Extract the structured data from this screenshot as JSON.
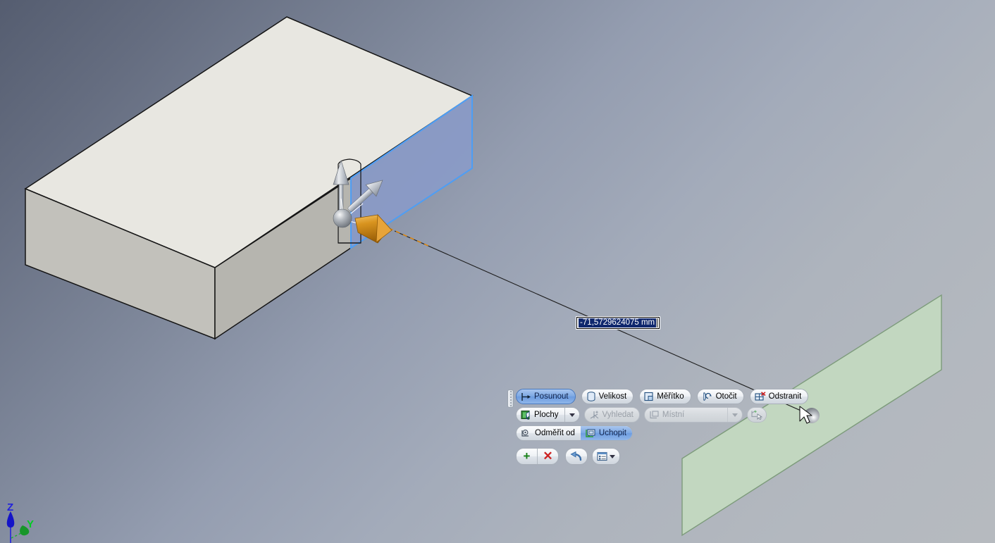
{
  "app": {
    "title": "3D CAD modeling viewport",
    "background_top_left": "#555d70",
    "background_bottom_right": "#b6babf"
  },
  "viewport": {
    "axis_triad": {
      "z_label": "Z",
      "z_color": "#2222dd",
      "y_label": "Y",
      "y_color": "#00cc22"
    },
    "solid_body": {
      "name": "rectangular-block",
      "top_face_color": "#e8e7e1",
      "front_face_color": "#b9b8b2",
      "left_face_color": "#c3c2bc",
      "edge_color": "#000000"
    },
    "highlighted_face": {
      "name": "selected-end-face",
      "fill": "#8a9bc8",
      "outline": "#4d9ef5"
    },
    "reference_plane": {
      "name": "target-plane",
      "fill": "#c3d8c0",
      "outline": "#7f9c7d"
    },
    "manipulator": {
      "axis_arrow_up_color": "#b9c0cb",
      "axis_arrow_diag_color": "#c4cad4",
      "drag_arrow_color": "#d89020",
      "origin_sphere_color": "#9aa0a8"
    },
    "measure_line": {
      "color": "#1a1a1a",
      "dashed_segment_color": "#e08a10"
    },
    "endpoint_sphere_color": "#c9ccd0"
  },
  "dimension_edit": {
    "name": "dimension-value-input",
    "value": "-71,5729624075 mm",
    "selected": true,
    "selection_bg": "#10286e",
    "selection_fg": "#ffffff"
  },
  "command_bar": {
    "grip_label": "drag-handle",
    "row1": [
      {
        "id": "move",
        "label": "Posunout",
        "icon": "move-icon",
        "active": true,
        "disabled": false
      },
      {
        "id": "size",
        "label": "Velikost",
        "icon": "size-icon",
        "active": false,
        "disabled": false
      },
      {
        "id": "scale",
        "label": "Měřítko",
        "icon": "scale-icon",
        "active": false,
        "disabled": false
      },
      {
        "id": "rotate",
        "label": "Otočit",
        "icon": "rotate-icon",
        "active": false,
        "disabled": false
      },
      {
        "id": "delete",
        "label": "Odstranit",
        "icon": "delete-icon",
        "active": false,
        "disabled": false
      }
    ],
    "row2": {
      "faces": {
        "id": "faces",
        "label": "Plochy",
        "icon": "faces-icon",
        "has_dropdown": true,
        "disabled": false
      },
      "find": {
        "id": "find",
        "label": "Vyhledat",
        "icon": "find-axis-icon",
        "disabled": true
      },
      "local": {
        "id": "local",
        "label": "Místní",
        "icon": "local-cs-icon",
        "has_dropdown": true,
        "disabled": true
      },
      "pick_cs": {
        "id": "pick-cs",
        "label": "",
        "icon": "pick-cs-icon",
        "disabled": true
      }
    },
    "row3": {
      "measure_from": {
        "id": "measure-from",
        "label": "Odměřit od",
        "icon": "measure-from-icon",
        "active": false,
        "disabled": false
      },
      "snap": {
        "id": "snap",
        "label": "Uchopit",
        "icon": "snap-icon",
        "active": true,
        "disabled": false
      }
    },
    "row4": {
      "accept": {
        "id": "accept",
        "label": "+",
        "icon": "plus-icon",
        "color": "#178017"
      },
      "cancel": {
        "id": "cancel",
        "label": "✕",
        "icon": "cross-icon",
        "color": "#cc2222"
      },
      "undo": {
        "id": "undo",
        "label": "",
        "icon": "undo-arrow-icon"
      },
      "options": {
        "id": "options",
        "label": "",
        "icon": "options-list-icon",
        "has_dropdown": true
      }
    }
  }
}
